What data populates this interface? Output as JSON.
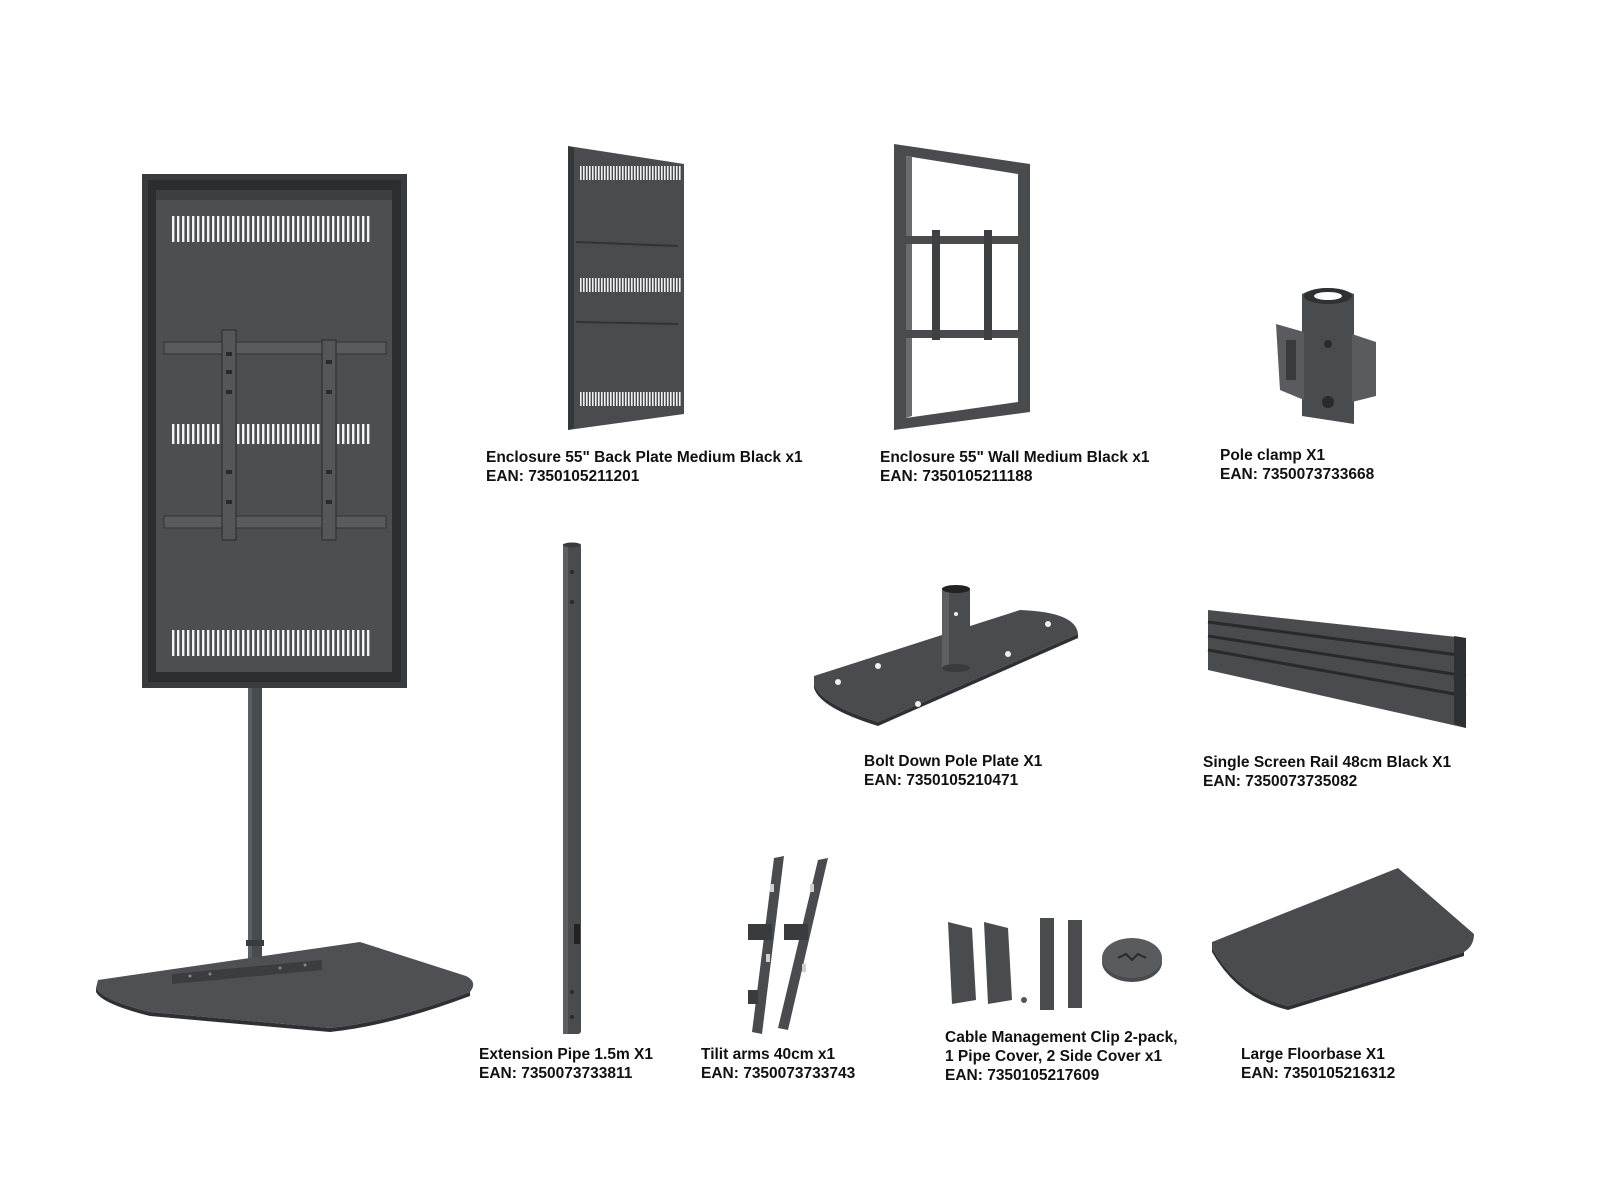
{
  "colors": {
    "metal": "#4a4b4d",
    "metal_dark": "#2f3032",
    "metal_light": "#6a6b6d",
    "slot": "#f2f2f2",
    "text": "#111111"
  },
  "products": [
    {
      "key": "back_plate",
      "lines": [
        "Enclosure 55\" Back Plate Medium Black x1",
        "EAN: 7350105211201"
      ]
    },
    {
      "key": "wall",
      "lines": [
        "Enclosure 55\" Wall Medium Black x1",
        "EAN: 7350105211188"
      ]
    },
    {
      "key": "pole_clamp",
      "lines": [
        "Pole clamp X1",
        "EAN: 7350073733668"
      ]
    },
    {
      "key": "bolt_plate",
      "lines": [
        "Bolt Down Pole Plate X1",
        "EAN: 7350105210471"
      ]
    },
    {
      "key": "screen_rail",
      "lines": [
        "Single Screen Rail 48cm Black X1",
        "EAN: 7350073735082"
      ]
    },
    {
      "key": "extension_pipe",
      "lines": [
        "Extension Pipe 1.5m  X1",
        "EAN: 7350073733811"
      ]
    },
    {
      "key": "tilt_arms",
      "lines": [
        "Tilit arms 40cm x1",
        "EAN: 7350073733743"
      ]
    },
    {
      "key": "cable_clip",
      "lines": [
        "Cable Management Clip 2-pack,",
        "1 Pipe Cover, 2 Side Cover x1",
        "EAN: 7350105217609"
      ]
    },
    {
      "key": "floorbase",
      "lines": [
        "Large Floorbase X1",
        "EAN: 7350105216312"
      ]
    }
  ]
}
